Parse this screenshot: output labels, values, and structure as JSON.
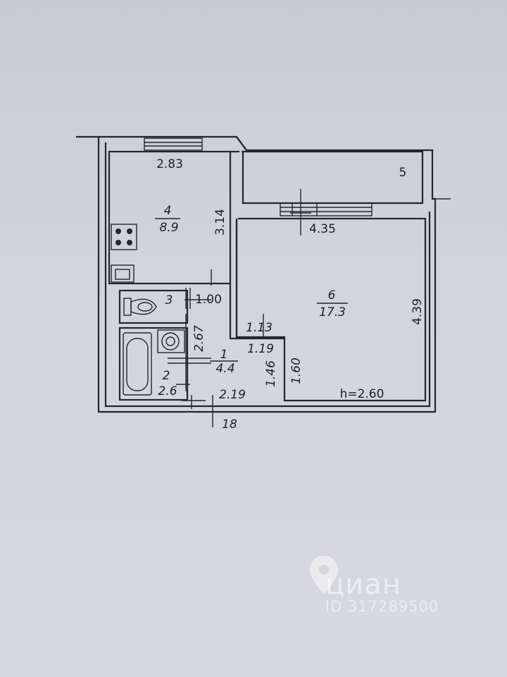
{
  "plan": {
    "rooms": [
      {
        "id": "room-4",
        "number": "4",
        "area": "8.9"
      },
      {
        "id": "room-6",
        "number": "6",
        "area": "17.3"
      },
      {
        "id": "room-1",
        "number": "1",
        "area": "4.4"
      },
      {
        "id": "room-2",
        "number": "2",
        "area": "2.6"
      },
      {
        "id": "room-3",
        "number": "3"
      },
      {
        "id": "room-5",
        "number": "5"
      }
    ],
    "dimensions": {
      "kitchen_width": "2.83",
      "kitchen_length": "3.14",
      "room_width": "4.35",
      "room_length": "4.39",
      "wc_width": "1.00",
      "hall_length": "2.67",
      "hall_width_a": "1.13",
      "hall_width_b": "1.19",
      "hall_depth_a": "1.46",
      "hall_depth_b": "1.60",
      "hall_bottom": "2.19"
    },
    "ceiling_height": "h=2.60",
    "axis_label": "18"
  },
  "watermark": {
    "brand": "циан",
    "id_text": "ID 317289500"
  }
}
